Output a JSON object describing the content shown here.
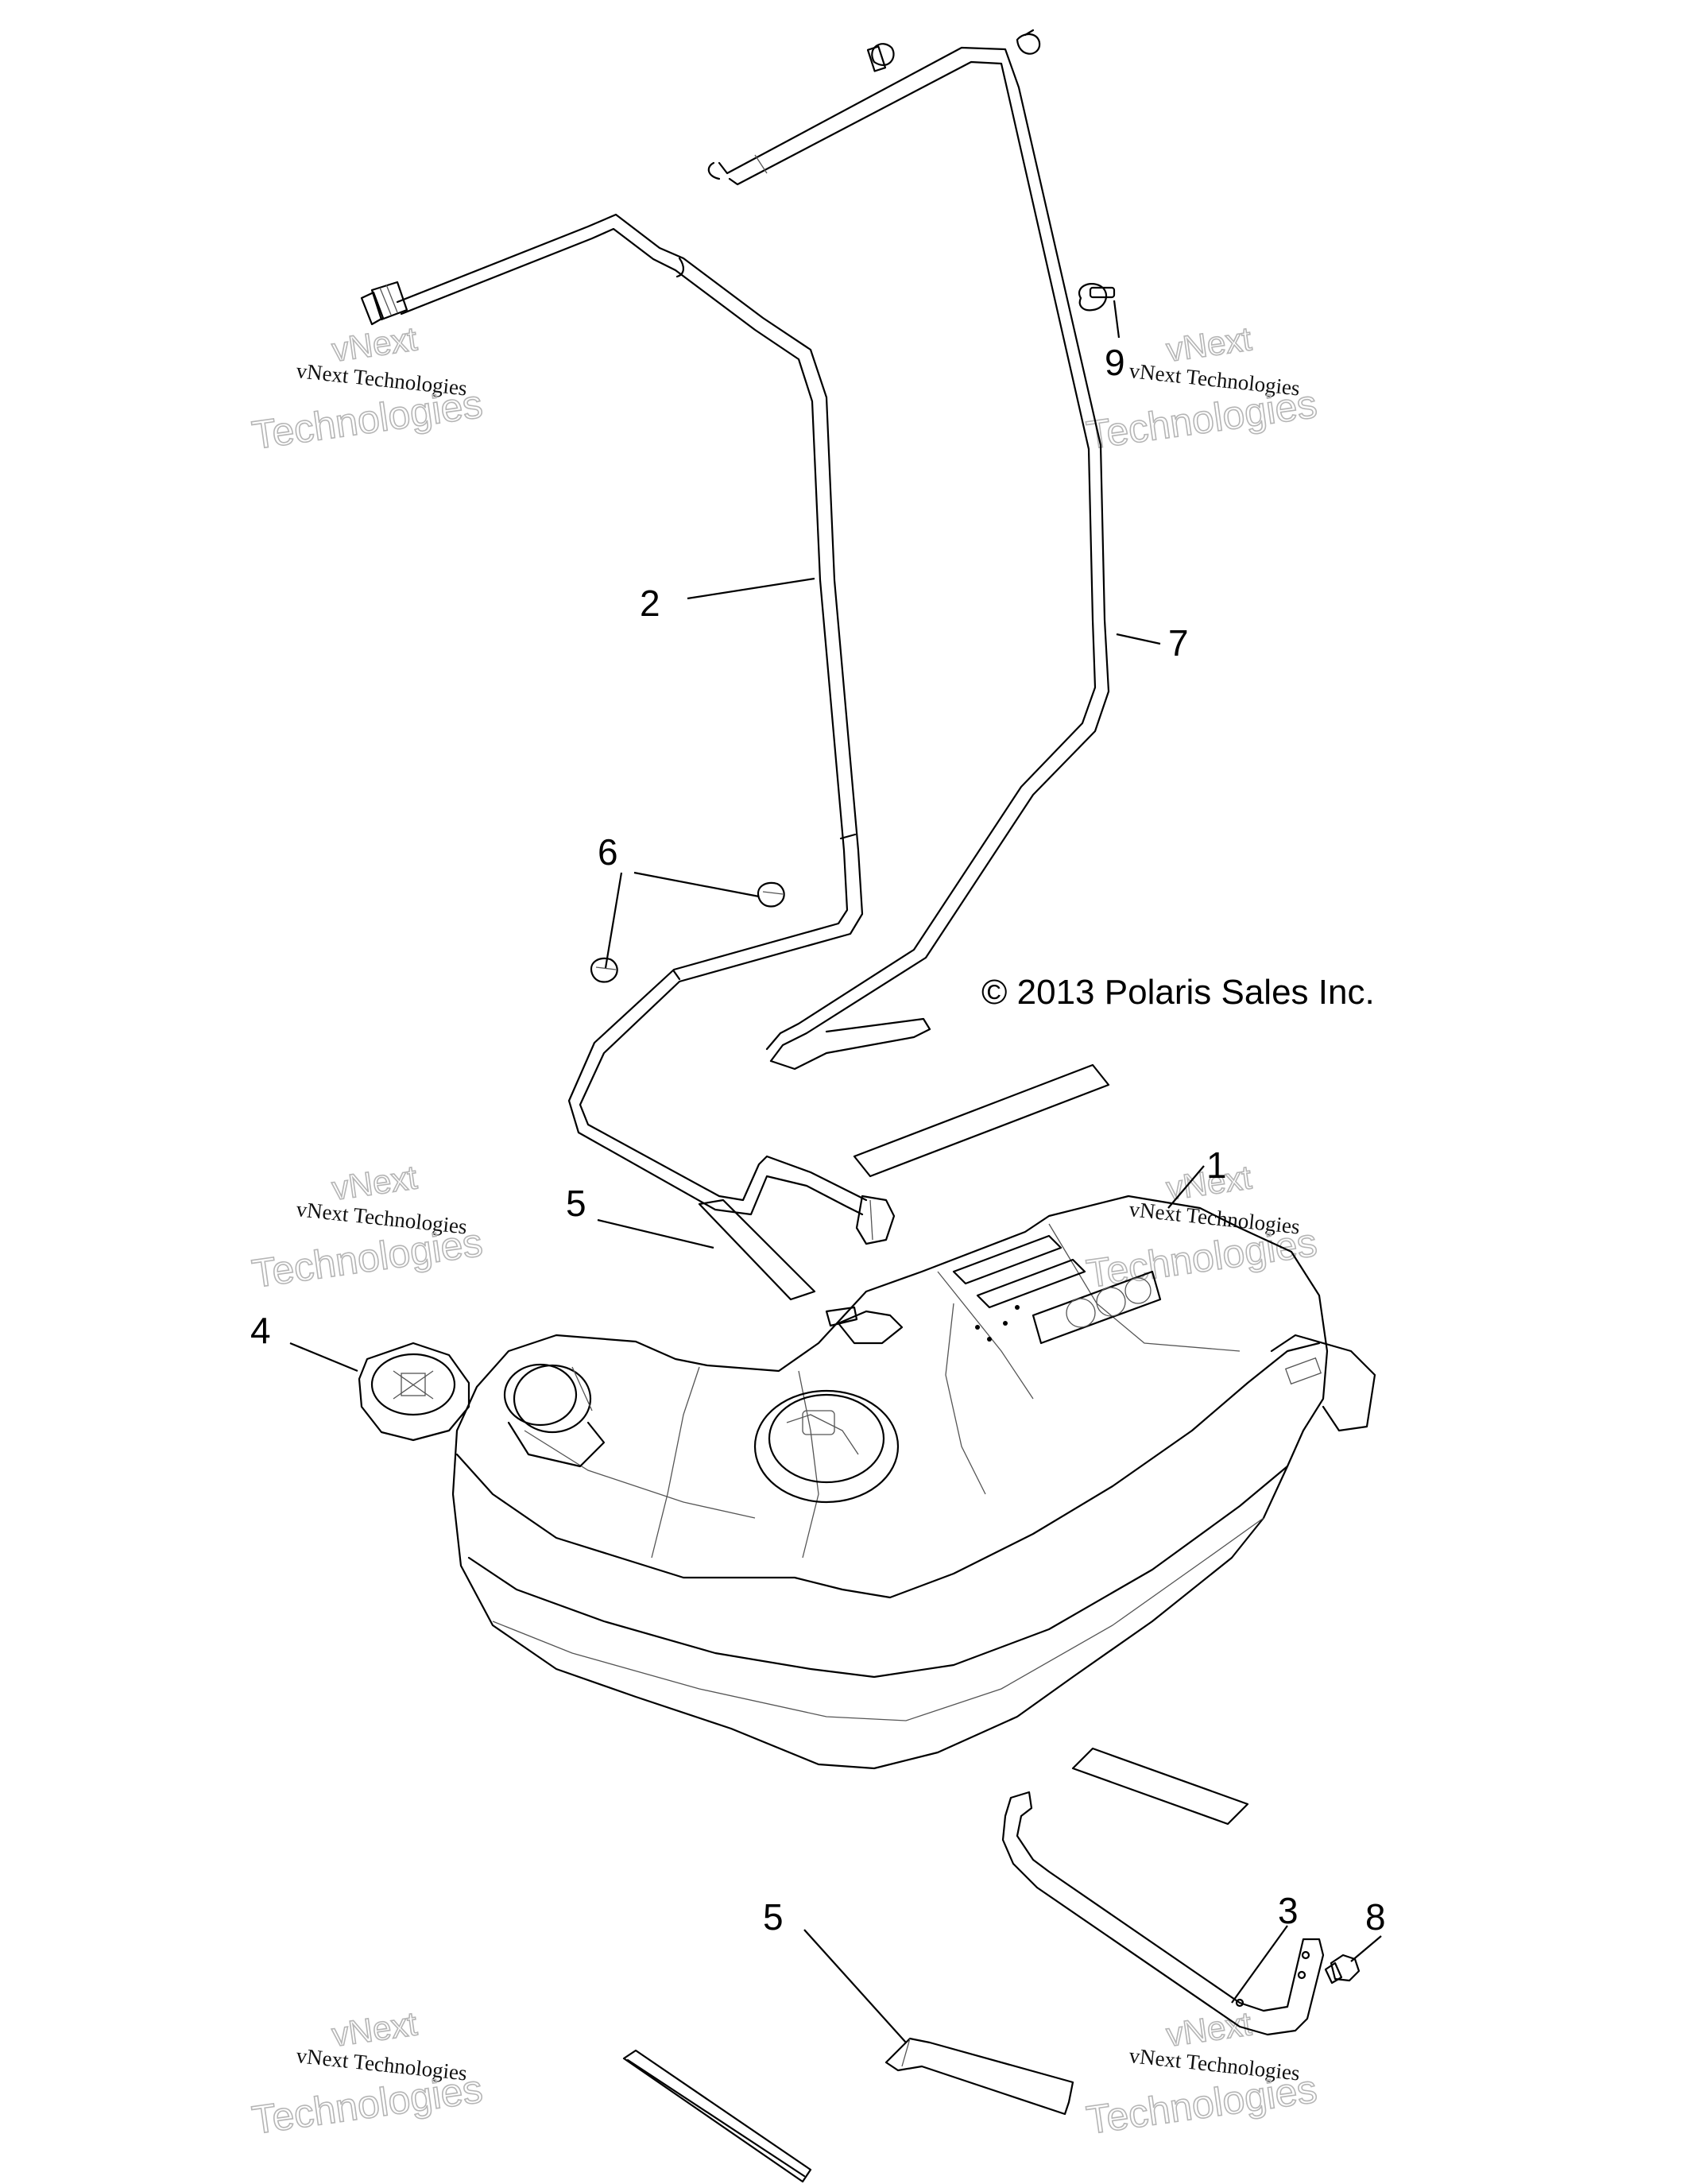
{
  "copyright": "© 2013 Polaris Sales Inc.",
  "callouts": {
    "c1": "1",
    "c2": "2",
    "c3": "3",
    "c4": "4",
    "c5_upper": "5",
    "c5_lower": "5",
    "c6": "6",
    "c7": "7",
    "c8": "8",
    "c9": "9"
  },
  "watermark": {
    "brand": "vNext",
    "line": "vNext Technologies",
    "tech": "Technologies"
  }
}
